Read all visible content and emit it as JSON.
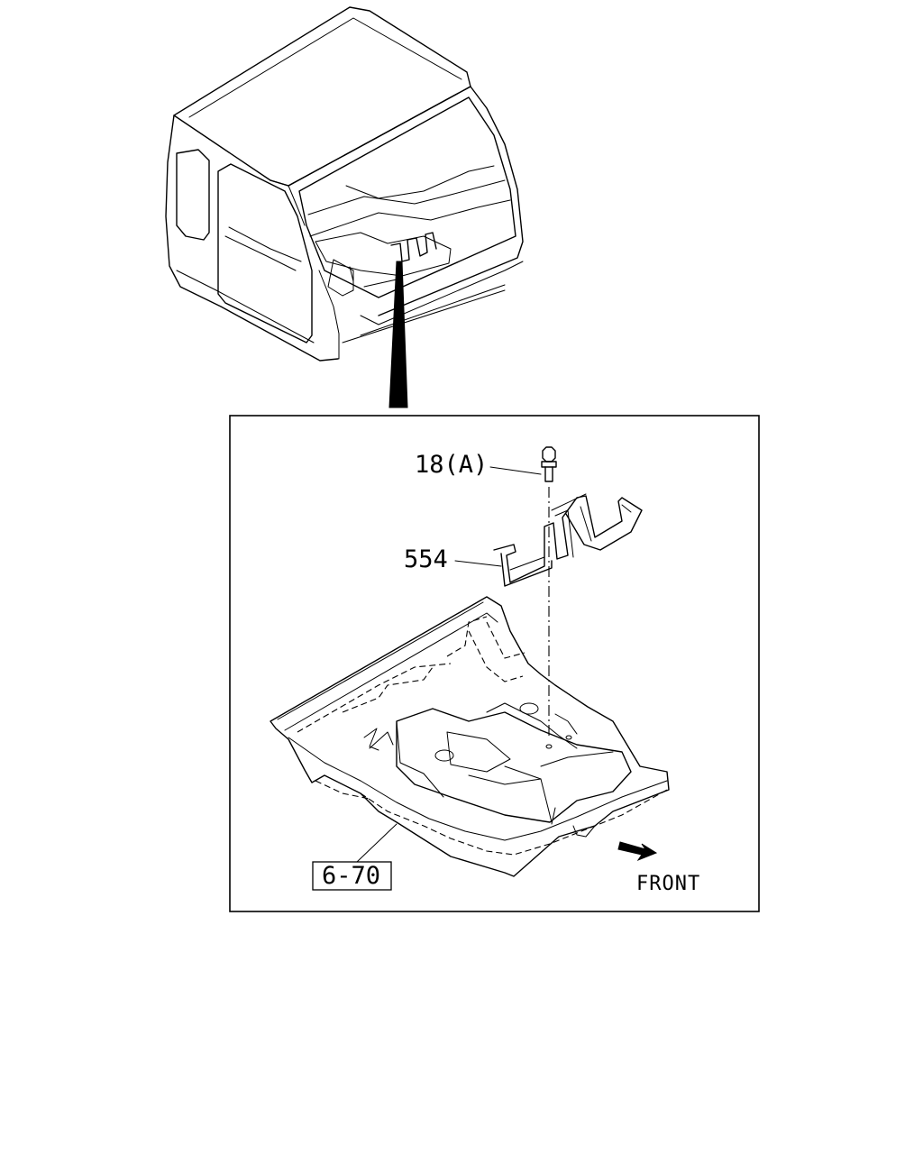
{
  "callouts": {
    "bolt": "18(A)",
    "bracket": "554",
    "reference": "6-70"
  },
  "orientation": {
    "label": "FRONT",
    "icon": "front-arrow-icon"
  }
}
